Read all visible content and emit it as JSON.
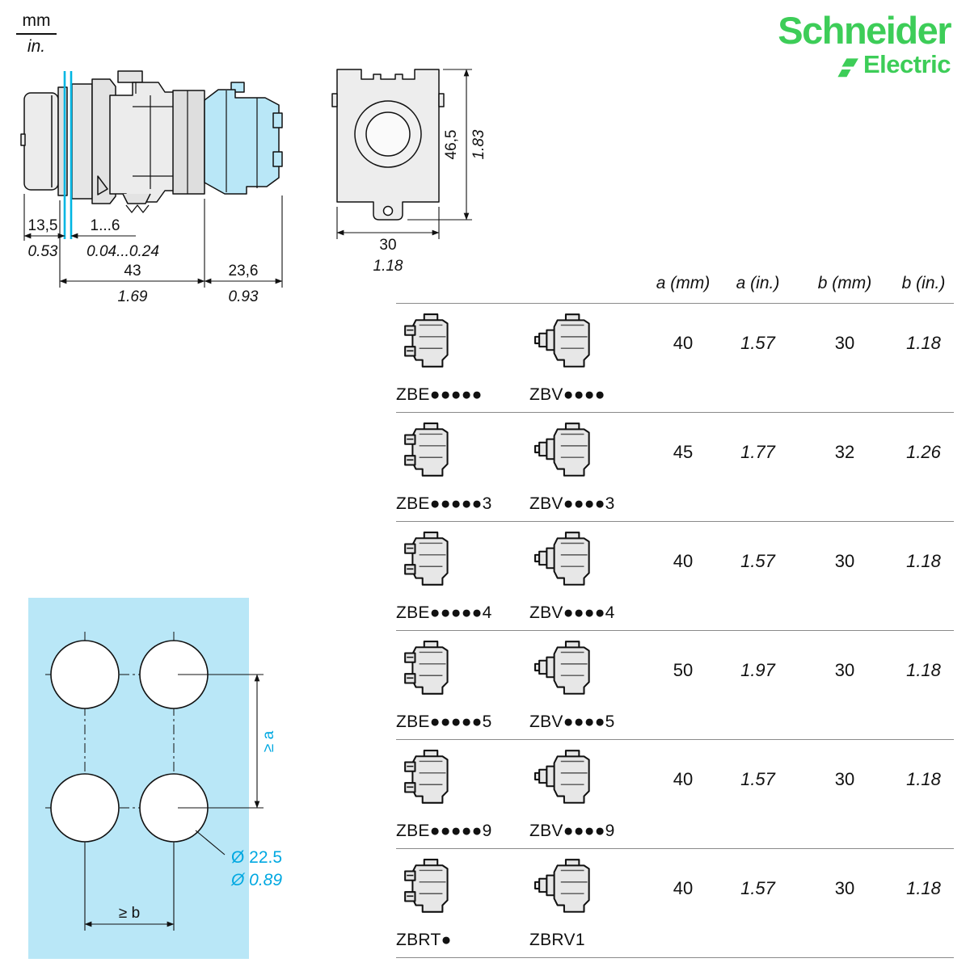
{
  "units": {
    "mm": "mm",
    "in": "in."
  },
  "logo": {
    "brand": "Schneider",
    "sub": "Electric"
  },
  "side_view": {
    "dim_135_mm": "13,5",
    "dim_135_in": "0.53",
    "dim_panel_mm": "1...6",
    "dim_panel_in": "0.04...0.24",
    "dim_43_mm": "43",
    "dim_43_in": "1.69",
    "dim_236_mm": "23,6",
    "dim_236_in": "0.93"
  },
  "front_view": {
    "height_mm": "46,5",
    "height_in": "1.83",
    "width_mm": "30",
    "width_in": "1.18"
  },
  "cutout": {
    "dim_a": "≥ a",
    "dim_b": "≥ b",
    "dia_mm": "Ø 22.5",
    "dia_in": "Ø 0.89"
  },
  "table": {
    "headers": {
      "a_mm": "a (mm)",
      "a_in": "a (in.)",
      "b_mm": "b (mm)",
      "b_in": "b (in.)"
    },
    "rows": [
      {
        "ref1": "ZBE●●●●●",
        "ref2": "ZBV●●●●",
        "a_mm": "40",
        "a_in": "1.57",
        "b_mm": "30",
        "b_in": "1.18"
      },
      {
        "ref1": "ZBE●●●●●3",
        "ref2": "ZBV●●●●3",
        "a_mm": "45",
        "a_in": "1.77",
        "b_mm": "32",
        "b_in": "1.26"
      },
      {
        "ref1": "ZBE●●●●●4",
        "ref2": "ZBV●●●●4",
        "a_mm": "40",
        "a_in": "1.57",
        "b_mm": "30",
        "b_in": "1.18"
      },
      {
        "ref1": "ZBE●●●●●5",
        "ref2": "ZBV●●●●5",
        "a_mm": "50",
        "a_in": "1.97",
        "b_mm": "30",
        "b_in": "1.18"
      },
      {
        "ref1": "ZBE●●●●●9",
        "ref2": "ZBV●●●●9",
        "a_mm": "40",
        "a_in": "1.57",
        "b_mm": "30",
        "b_in": "1.18"
      },
      {
        "ref1": "ZBRT●",
        "ref2": "ZBRV1",
        "a_mm": "40",
        "a_in": "1.57",
        "b_mm": "30",
        "b_in": "1.18"
      }
    ]
  },
  "colors": {
    "schneider_green": "#3dcd58",
    "cyan_line": "#00b6e3",
    "panel_fill": "#b9e7f7"
  }
}
